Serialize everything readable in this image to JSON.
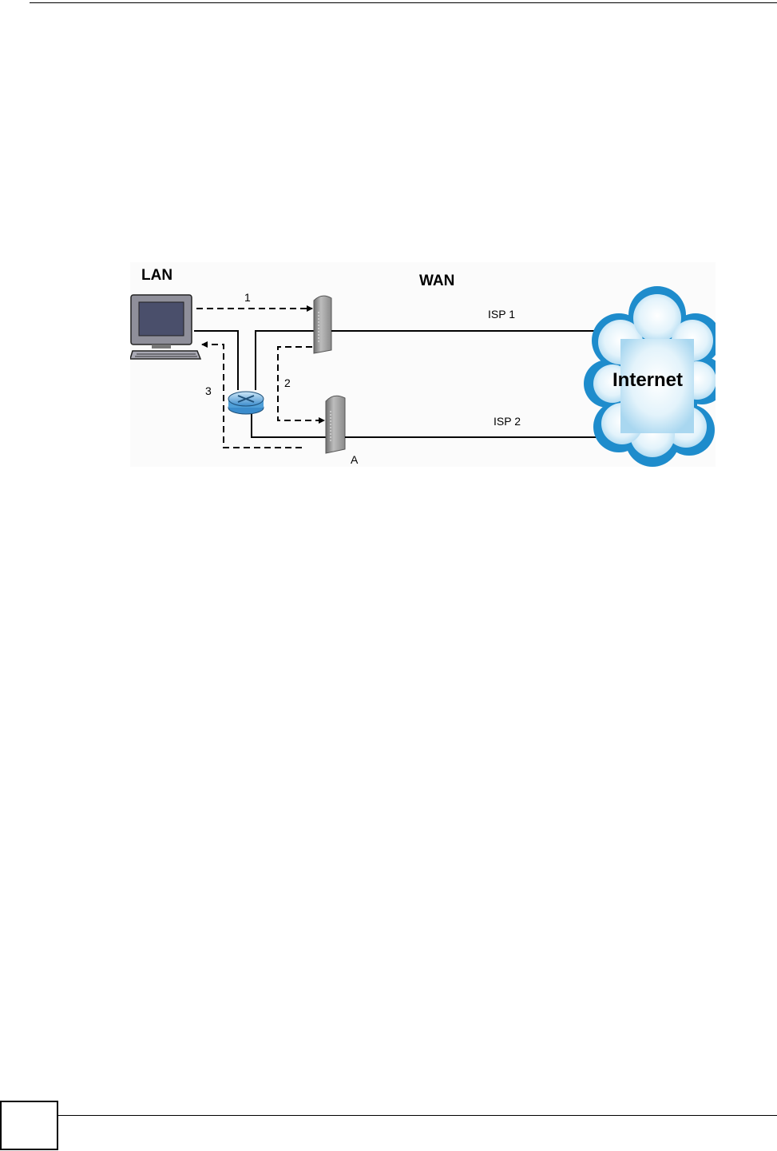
{
  "diagram": {
    "lan_label": "LAN",
    "wan_label": "WAN",
    "isp1_label": "ISP 1",
    "isp2_label": "ISP 2",
    "internet_label": "Internet",
    "step1_label": "1",
    "step2_label": "2",
    "step3_label": "3",
    "gateway_a_label": "A"
  },
  "colors": {
    "cloud_fill": "#cfe9f7",
    "cloud_outline": "#1e8ccc",
    "monitor_screen": "#4a4f6b",
    "device_body": "#9a9a9a",
    "router": "#5aa9dd"
  }
}
